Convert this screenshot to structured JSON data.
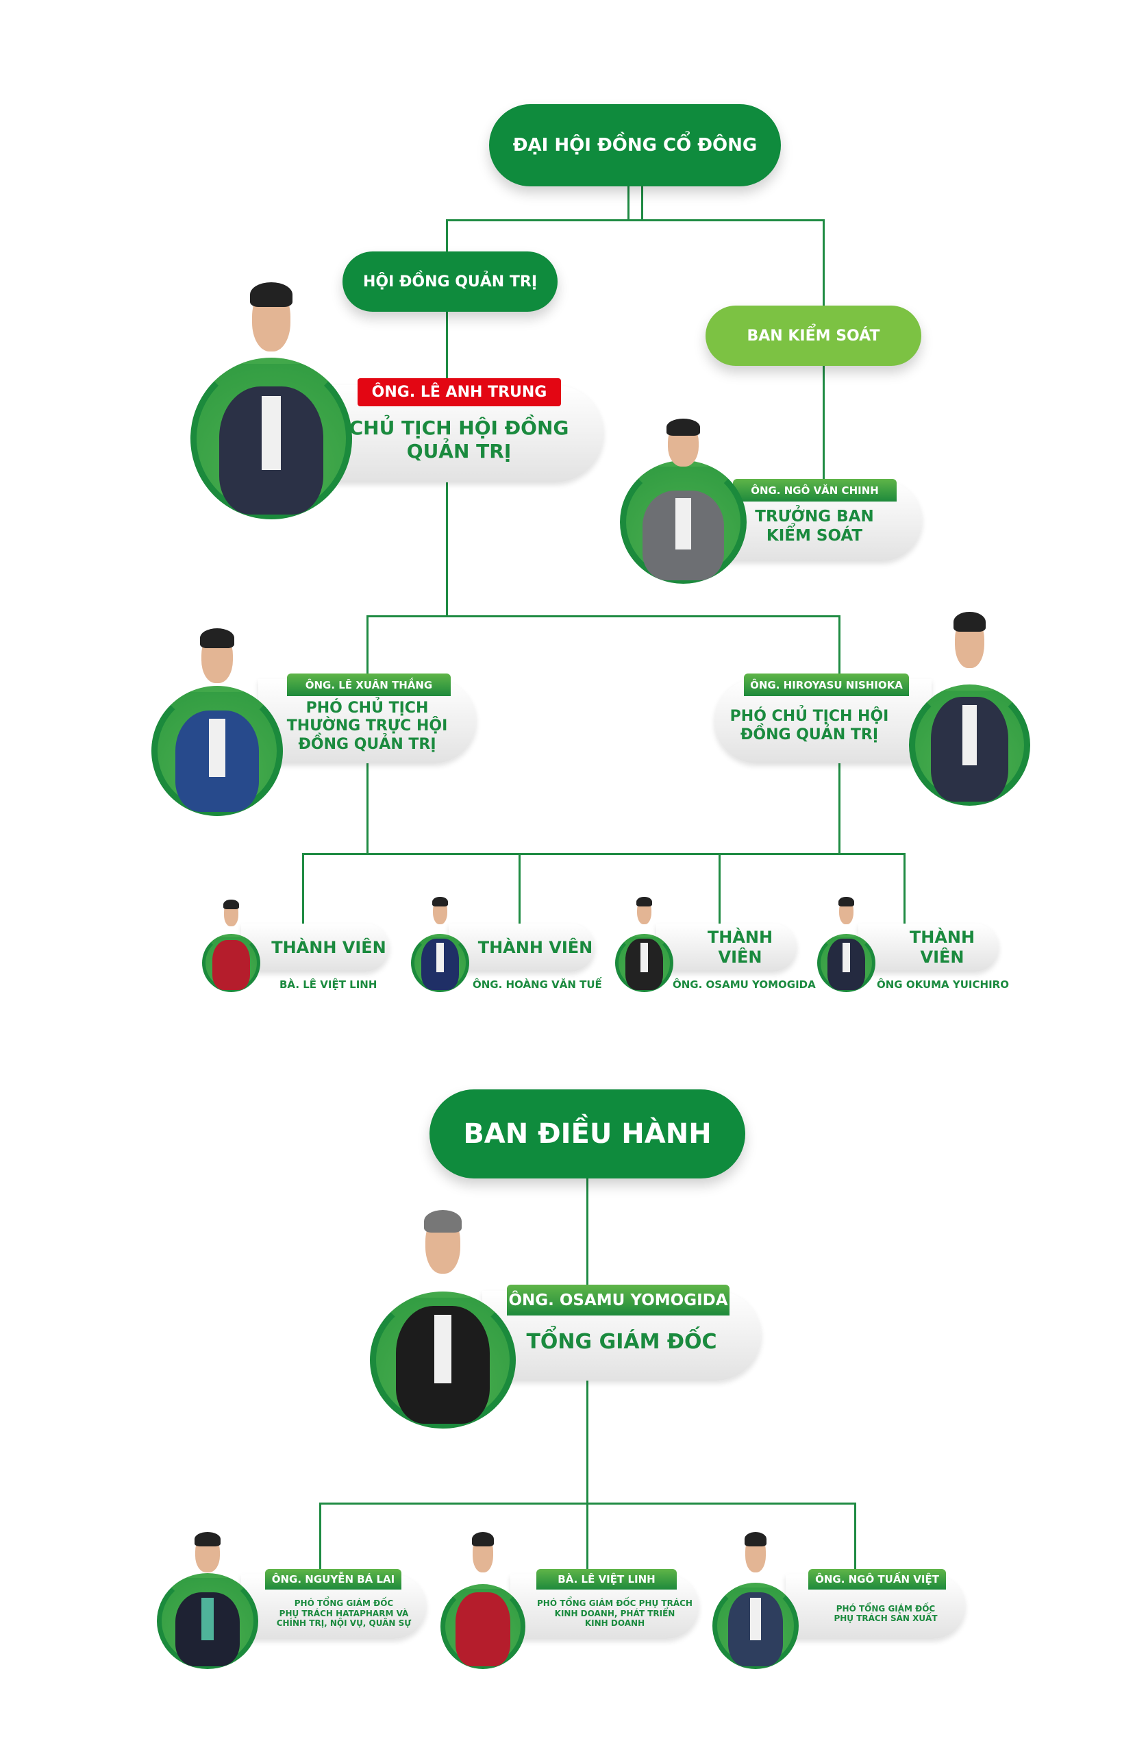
{
  "top": {
    "shareholders": "ĐẠI HỘI ĐỒNG CỔ ĐÔNG",
    "board": "HỘI ĐỒNG QUẢN TRỊ",
    "supervisory": "BAN KIỂM SOÁT"
  },
  "chairman": {
    "name": "ÔNG. LÊ ANH TRUNG",
    "title1": "CHỦ TỊCH HỘI ĐỒNG",
    "title2": "QUẢN TRỊ"
  },
  "supervisor_head": {
    "name": "ÔNG. NGÔ VĂN CHINH",
    "title1": "TRƯỞNG BAN",
    "title2": "KIỂM SOÁT"
  },
  "vice_left": {
    "name": "ÔNG. LÊ XUÂN THẮNG",
    "title1": "PHÓ CHỦ TỊCH",
    "title2": "THƯỜNG TRỰC HỘI",
    "title3": "ĐỒNG QUẢN TRỊ"
  },
  "vice_right": {
    "name": "ÔNG. HIROYASU NISHIOKA",
    "title1": "PHÓ CHỦ TỊCH HỘI",
    "title2": "ĐỒNG QUẢN TRỊ"
  },
  "members": [
    {
      "title": "THÀNH VIÊN",
      "name": "BÀ. LÊ VIỆT LINH"
    },
    {
      "title": "THÀNH VIÊN",
      "name": "ÔNG. HOÀNG VĂN TUẾ"
    },
    {
      "title": "THÀNH VIÊN",
      "name": "ÔNG. OSAMU YOMOGIDA"
    },
    {
      "title": "THÀNH VIÊN",
      "name": "ÔNG OKUMA YUICHIRO"
    }
  ],
  "executive": {
    "title": "BAN ĐIỀU HÀNH"
  },
  "ceo": {
    "name": "ÔNG. OSAMU YOMOGIDA",
    "title": "TỔNG GIÁM ĐỐC"
  },
  "deputies": [
    {
      "name": "ÔNG. NGUYỄN BÁ LAI",
      "l1": "PHÓ TỔNG GIÁM ĐỐC",
      "l2": "PHỤ TRÁCH HATAPHARM VÀ",
      "l3": "CHÍNH TRỊ, NỘI VỤ, QUÂN SỰ"
    },
    {
      "name": "BÀ. LÊ VIỆT LINH",
      "l1": "PHÓ TỔNG GIÁM ĐỐC PHỤ TRÁCH",
      "l2": "KINH DOANH, PHÁT TRIỂN",
      "l3": "KINH DOANH"
    },
    {
      "name": "ÔNG. NGÔ TUẤN VIỆT",
      "l1": "PHÓ TỔNG GIÁM ĐỐC",
      "l2": "PHỤ TRÁCH SẢN XUẤT",
      "l3": ""
    }
  ],
  "colors": {
    "dark_green": "#0f8b3d",
    "light_green": "#7cc243",
    "red": "#e30613"
  }
}
